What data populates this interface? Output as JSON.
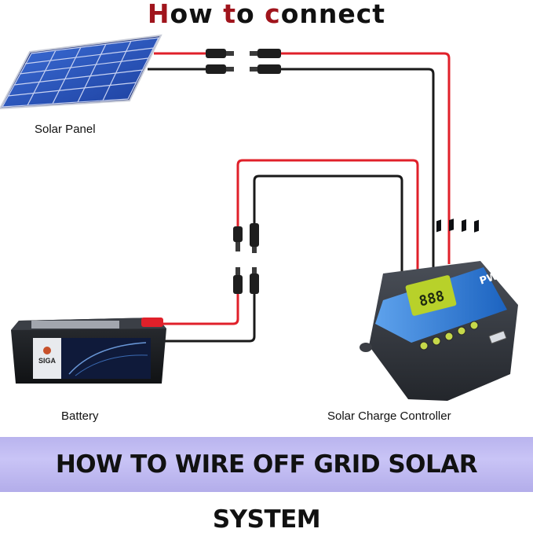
{
  "title": {
    "first_letter": "H",
    "part1": "ow ",
    "to_letter": "t",
    "part2": "o ",
    "c_letter": "c",
    "part3": "onnect"
  },
  "labels": {
    "solar_panel": "Solar Panel",
    "battery": "Battery",
    "controller": "Solar Charge Controller"
  },
  "controller_badge": "PWM",
  "lcd_text": "888",
  "battery_brand": "SIGA",
  "footer": "HOW TO WIRE OFF GRID SOLAR SYSTEM",
  "colors": {
    "title_accent": "#a0141c",
    "wire_positive": "#e0202a",
    "wire_negative": "#1a1a1a",
    "footer_bg": "#c1bcf3",
    "controller_blue": "#2e7fd6"
  }
}
